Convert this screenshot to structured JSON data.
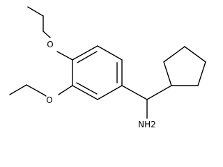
{
  "molecule": {
    "atom_labels": {
      "oxygen_top": "O",
      "oxygen_bottom": "O",
      "amine": "NH2"
    }
  }
}
